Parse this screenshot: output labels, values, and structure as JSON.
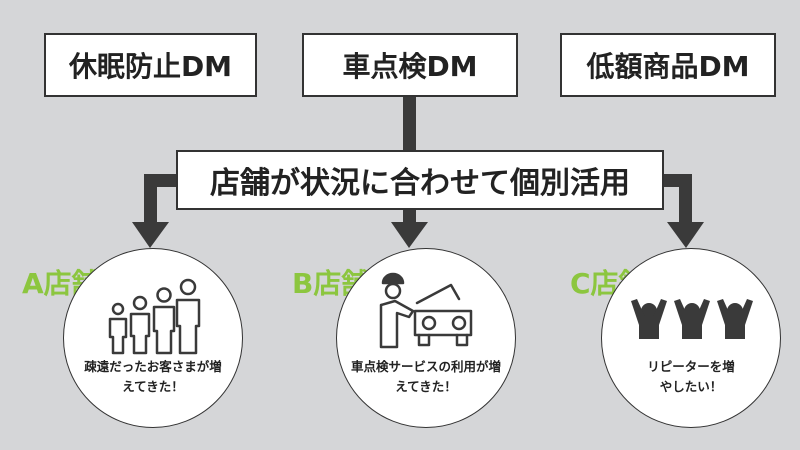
{
  "top_boxes": [
    "休眠防止DM",
    "車点検DM",
    "低額商品DM"
  ],
  "center_label": "店舗が状況に合わせて個別活用",
  "stores": [
    {
      "name": "A店舗",
      "icon": "family-group-icon",
      "message": "疎遠だったお客さまが増えてきた！"
    },
    {
      "name": "B店舗",
      "icon": "mechanic-car-icon",
      "message": "車点検サービスの利用が増えてきた！"
    },
    {
      "name": "C店舗",
      "icon": "cheering-people-icon",
      "message": "リピーターを増やしたい！"
    }
  ],
  "colors": {
    "background": "#d5d6d8",
    "store_label": "#8cc63f",
    "connector": "#3a3a3a"
  }
}
